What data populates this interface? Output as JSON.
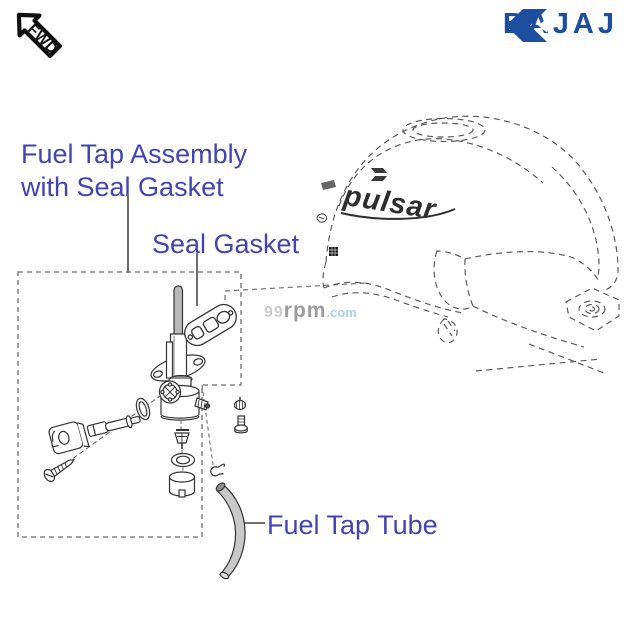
{
  "header": {
    "fwd_badge": "FWD",
    "brand": "BAJAJ",
    "brand_color": "#1d4fa1"
  },
  "diagram": {
    "label_color": "#4343b4",
    "assembly_label_line1": "Fuel Tap Assembly",
    "assembly_label_line2": "with Seal Gasket",
    "seal_gasket_label": "Seal Gasket",
    "fuel_tap_tube_label": "Fuel Tap Tube",
    "tank_logo_text": "pulsar"
  },
  "watermark": {
    "prefix": "99",
    "name": "rpm",
    "suffix": ".com"
  }
}
